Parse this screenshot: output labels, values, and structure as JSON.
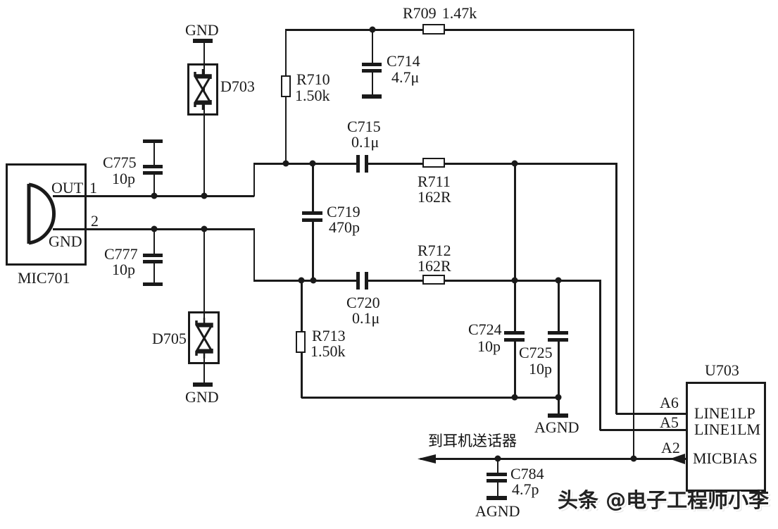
{
  "components": {
    "mic701": {
      "ref": "MIC701",
      "pin1_num": "1",
      "pin1_name": "OUT",
      "pin2_num": "2",
      "pin2_name": "GND"
    },
    "c775": {
      "ref": "C775",
      "value": "10p"
    },
    "c777": {
      "ref": "C777",
      "value": "10p"
    },
    "d703": {
      "ref": "D703",
      "gnd_label": "GND"
    },
    "d705": {
      "ref": "D705",
      "gnd_label": "GND"
    },
    "r710": {
      "ref": "R710",
      "value": "1.50k"
    },
    "r709": {
      "ref": "R709",
      "value": "1.47k"
    },
    "c714": {
      "ref": "C714",
      "value": "4.7μ"
    },
    "c715": {
      "ref": "C715",
      "value": "0.1μ"
    },
    "c719": {
      "ref": "C719",
      "value": "470p"
    },
    "c720": {
      "ref": "C720",
      "value": "0.1μ"
    },
    "r711": {
      "ref": "R711",
      "value": "162R"
    },
    "r712": {
      "ref": "R712",
      "value": "162R"
    },
    "r713": {
      "ref": "R713",
      "value": "1.50k"
    },
    "c724": {
      "ref": "C724",
      "value": "10p"
    },
    "c725": {
      "ref": "C725",
      "value": "10p"
    },
    "c784": {
      "ref": "C784",
      "value": "4.7p"
    }
  },
  "ic": {
    "ref": "U703",
    "pins": [
      {
        "pad": "A6",
        "name": "LINE1LP"
      },
      {
        "pad": "A5",
        "name": "LINE1LM"
      },
      {
        "pad": "A2",
        "name": "MICBIAS"
      }
    ]
  },
  "nets": {
    "agnd_mid": "AGND",
    "agnd_c784": "AGND"
  },
  "annotations": {
    "to_headset_mic": "到耳机送话器",
    "watermark": "头条 @电子工程师小李"
  },
  "colors": {
    "ink": "#1a1a1a",
    "background": "#ffffff"
  }
}
